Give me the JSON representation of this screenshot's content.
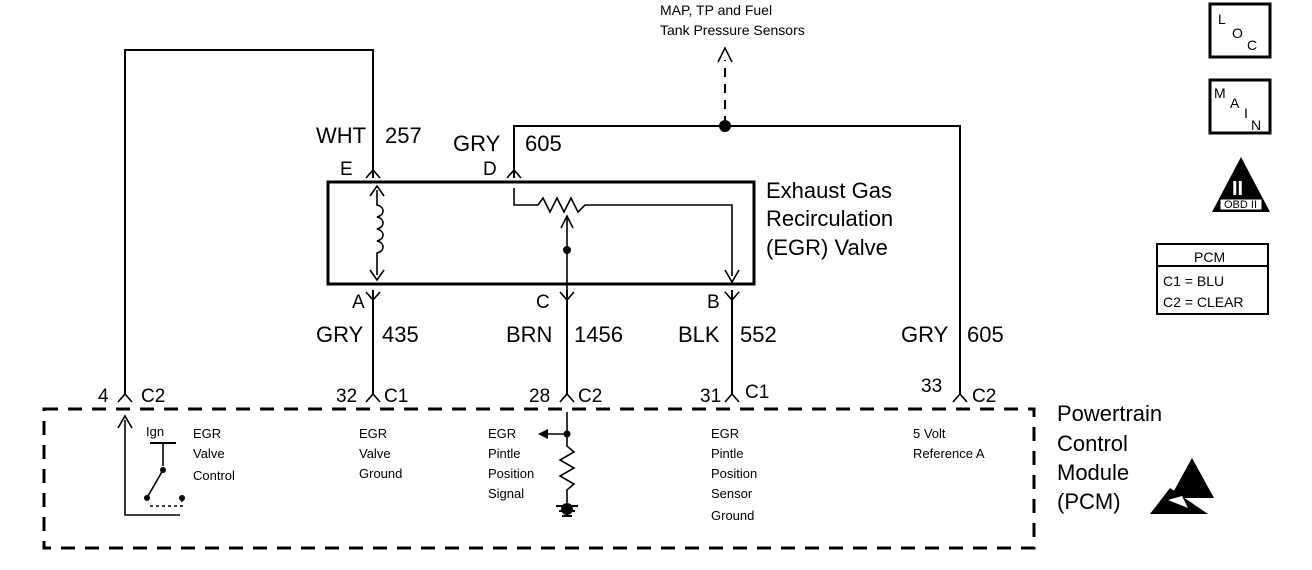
{
  "top_sensors": [
    "MAP, TP and Fuel",
    "Tank Pressure Sensors"
  ],
  "egr_valve": [
    "Exhaust Gas",
    "Recirculation",
    "(EGR) Valve"
  ],
  "pcm_title": [
    "Powertrain",
    "Control",
    "Module",
    "(PCM)"
  ],
  "wires": {
    "e": {
      "color": "WHT",
      "circuit": "257",
      "terminal": "E"
    },
    "d": {
      "color": "GRY",
      "circuit": "605",
      "terminal": "D"
    },
    "a": {
      "color": "GRY",
      "circuit": "435",
      "terminal": "A"
    },
    "c": {
      "color": "BRN",
      "circuit": "1456",
      "terminal": "C"
    },
    "b": {
      "color": "BLK",
      "circuit": "552",
      "terminal": "B"
    },
    "ref": {
      "color": "GRY",
      "circuit": "605"
    }
  },
  "pcm_pins": [
    {
      "pin": "4",
      "connector": "C2"
    },
    {
      "pin": "32",
      "connector": "C1"
    },
    {
      "pin": "28",
      "connector": "C2"
    },
    {
      "pin": "31",
      "connector": "C1"
    },
    {
      "pin": "33",
      "connector": "C2"
    }
  ],
  "pcm_functions": {
    "valve_control": [
      "EGR",
      "Valve",
      "Control"
    ],
    "ign": "Ign",
    "valve_ground": [
      "EGR",
      "Valve",
      "Ground"
    ],
    "pintle_signal": [
      "EGR",
      "Pintle",
      "Position",
      "Signal"
    ],
    "pintle_ground": [
      "EGR",
      "Pintle",
      "Position",
      "Sensor",
      "Ground"
    ],
    "reference": [
      "5 Volt",
      "Reference A"
    ]
  },
  "badges": {
    "loc": [
      "L",
      "O",
      "C"
    ],
    "main": [
      "M",
      "A",
      "I",
      "N"
    ],
    "obd": {
      "numeral": "II",
      "caption": "OBD II"
    }
  },
  "connector_legend": {
    "title": "PCM",
    "rows": [
      "C1 = BLU",
      "C2 = CLEAR"
    ]
  }
}
